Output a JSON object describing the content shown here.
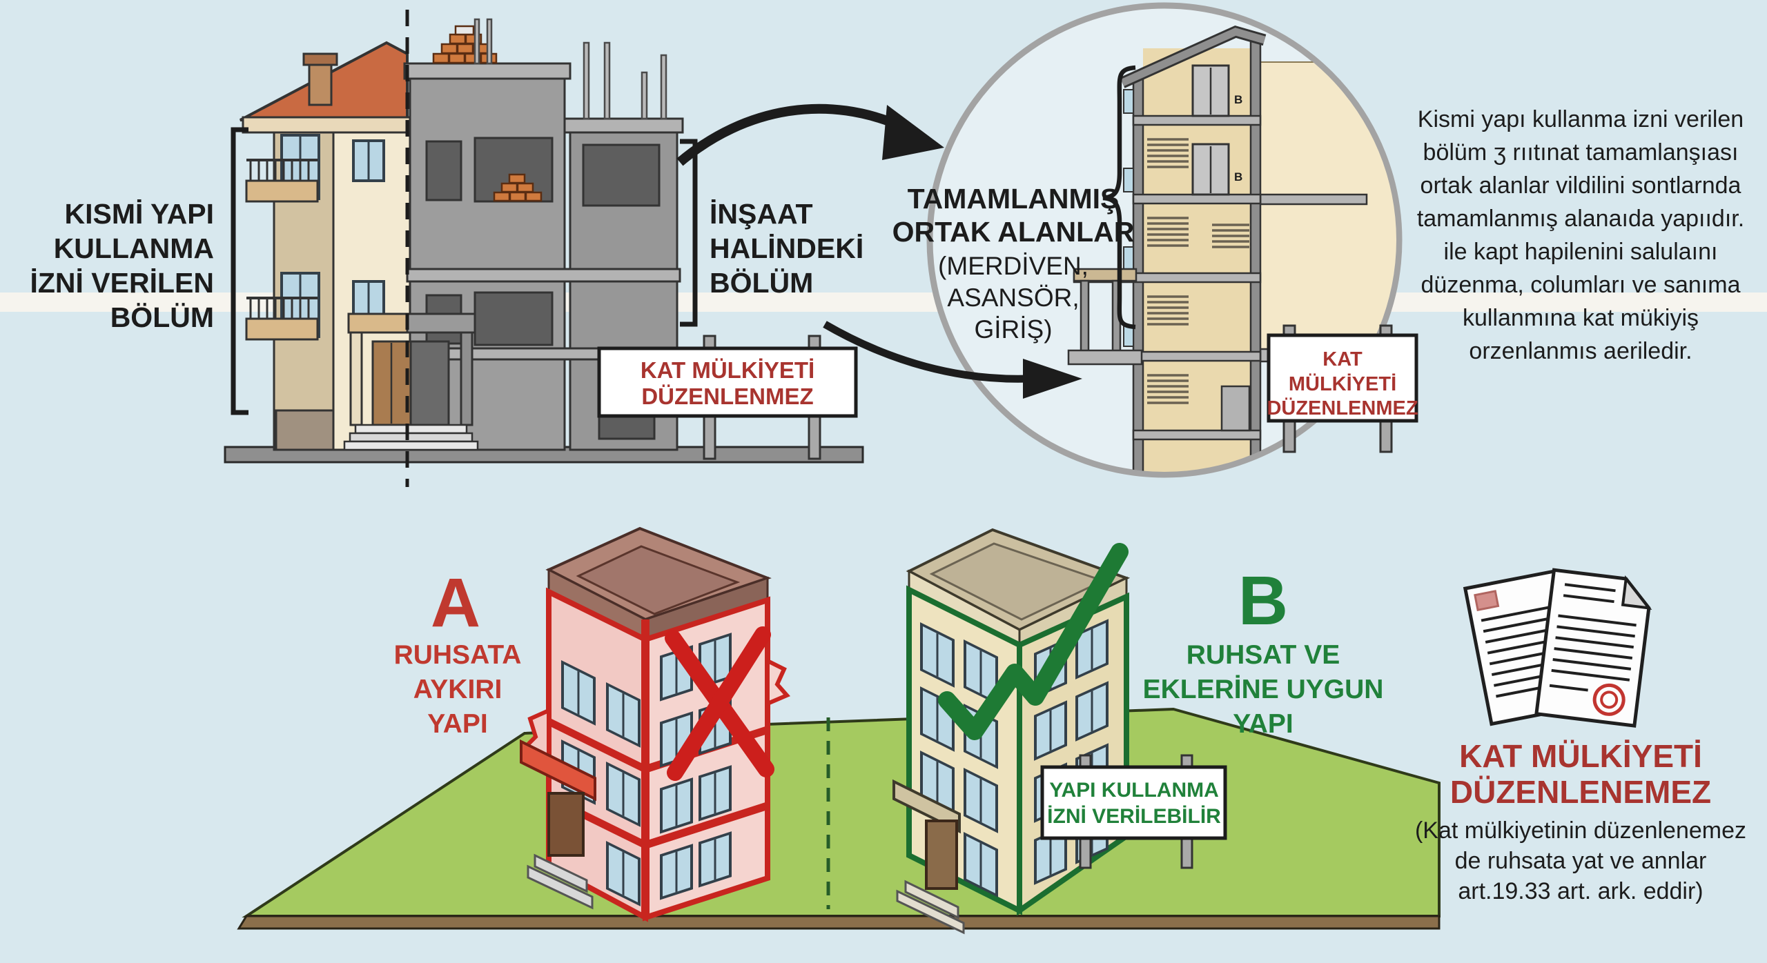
{
  "colors": {
    "accent_red": "#c0392f",
    "accent_green": "#20813a",
    "sign_text_red": "#a8342f",
    "text_black": "#1c1c1c",
    "sky": "#d8e8ee",
    "grass": "#a5ca60"
  },
  "top_panel": {
    "left_section_label": [
      "KISMİ YAPI",
      "KULLANMA",
      "İZNİ VERİLEN",
      "BÖLÜM"
    ],
    "construction_label": [
      "İNŞAAT",
      "HALİNDEKİ",
      "BÖLÜM"
    ],
    "sign_no_condo": [
      "KAT MÜLKİYETİ",
      "DÜZENLENMEZ"
    ],
    "inset": {
      "common_areas_label": [
        "TAMAMLANMIŞ",
        "ORTAK ALANLAR",
        "(MERDİVEN,",
        "ASANSÖR,",
        "GİRİŞ)"
      ],
      "sign_no_condo": [
        "KAT",
        "MÜLKİYETİ",
        "DÜZENLENMEZ"
      ],
      "elevator_button": "B"
    },
    "paragraph": [
      "Kismi yapı kullanma izni verilen",
      "bölüm ʒ rııtınat tamamlanşıası",
      "ortak alanlar vildilini sontlarnda",
      "tamamlanmış alanaıda yapııdır.",
      "ile kapt hapilenini salulaını",
      "düzenma, columları ve sanıma",
      "kullanmına kat mükiyiş",
      "orzenlanmıs aeriledir."
    ]
  },
  "bottom_panel": {
    "building_a": {
      "letter": "A",
      "label": [
        "RUHSATA",
        "AYKIRI",
        "YAPI"
      ]
    },
    "building_b": {
      "letter": "B",
      "label": [
        "RUHSAT VE",
        "EKLERİNE UYGUN",
        "YAPI"
      ]
    },
    "sign_permit": [
      "YAPI KULLANMA",
      "İZNİ VERİLEBİLİR"
    ],
    "verdict": {
      "title": [
        "KAT MÜLKİYETİ",
        "DÜZENLENEMEZ"
      ],
      "note": [
        "(Kat mülkiyetinin düzenlenemez",
        "de ruhsata yat ve annlar",
        "art.19.33 art. ark. eddir)"
      ]
    }
  }
}
